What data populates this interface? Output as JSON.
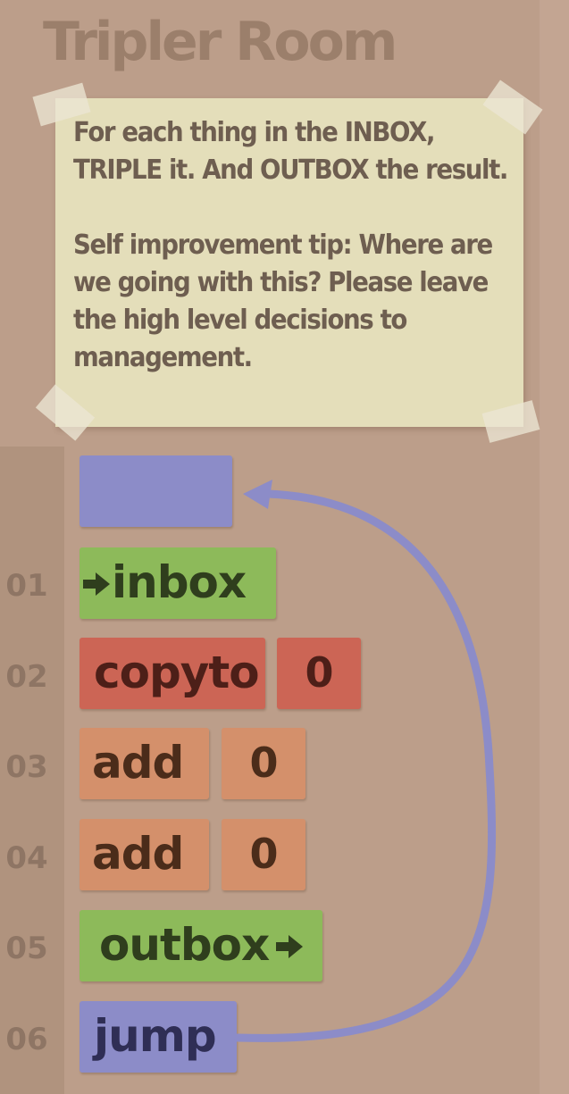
{
  "room": {
    "title": "Tripler Room"
  },
  "instructions": {
    "line1": "For each thing in the INBOX, TRIPLE it. And OUTBOX the result.",
    "line2": "Self improvement tip: Where are we going with this? Please leave the high level decisions to management."
  },
  "program": {
    "lines": [
      {
        "num": "01",
        "command": "inbox",
        "operand": null
      },
      {
        "num": "02",
        "command": "copyto",
        "operand": "0"
      },
      {
        "num": "03",
        "command": "add",
        "operand": "0"
      },
      {
        "num": "04",
        "command": "add",
        "operand": "0"
      },
      {
        "num": "05",
        "command": "outbox",
        "operand": null
      },
      {
        "num": "06",
        "command": "jump",
        "operand": null
      }
    ]
  },
  "colors": {
    "background": "#bc9e8a",
    "note": "#e4deba",
    "io": "#8dba5a",
    "copy": "#cc6555",
    "math": "#d4906b",
    "jump": "#8c8cc8"
  },
  "icons": {
    "inbox": "arrow-right-icon",
    "outbox": "arrow-right-icon"
  }
}
